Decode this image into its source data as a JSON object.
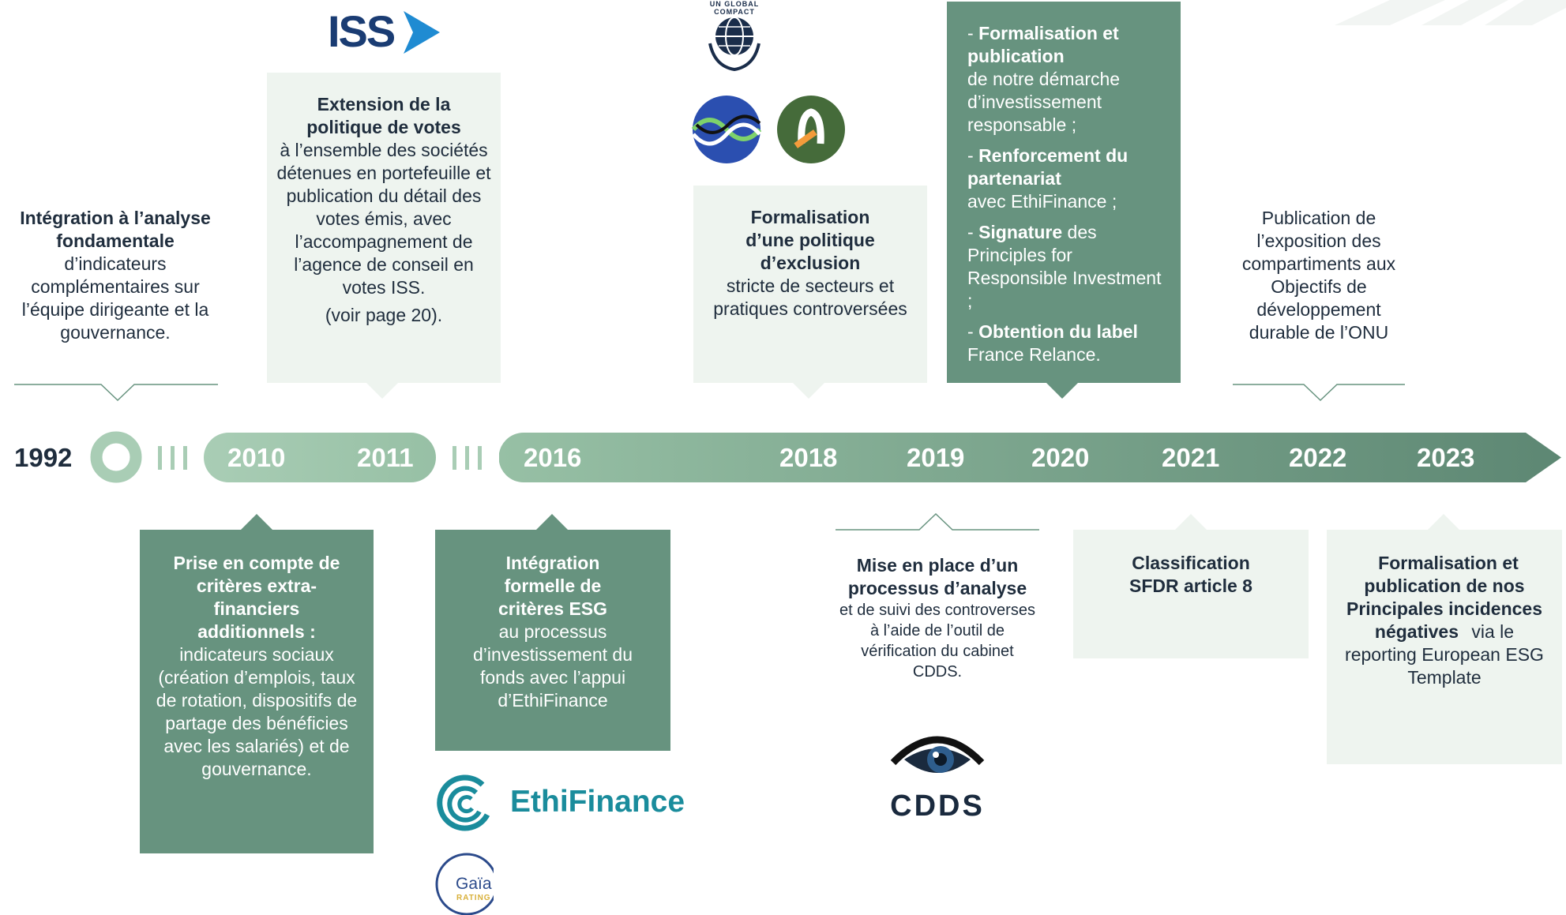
{
  "timeline": {
    "years": [
      "1992",
      "2010",
      "2011",
      "2016",
      "2018",
      "2019",
      "2020",
      "2021",
      "2022",
      "2023"
    ]
  },
  "logos": {
    "iss": "ISS",
    "un_global_compact": "UN GLOBAL COMPACT",
    "ethifinance": "EthiFinance",
    "gaia_main": "Gaïa",
    "gaia_sub": "RATING",
    "cdds": "CDDS"
  },
  "events": {
    "e1992": {
      "title": "Intégration à l’analyse fondamentale",
      "text": "d’indicateurs complémentaires sur l’équipe dirigeante et la gouvernance."
    },
    "e2010": {
      "title": "Prise en compte de critères extra-financiers additionnels :",
      "text": "indicateurs sociaux (création d’emplois, taux de rotation, dispositifs de partage des bénéficies avec les salariés) et de gouvernance."
    },
    "e2011": {
      "title": "Extension de la politique de votes",
      "text": "à l’ensemble des sociétés détenues en portefeuille et publication du détail des votes émis, avec l’accompagnement de l’agence de conseil en votes ISS.",
      "note": "(voir page 20)."
    },
    "e2016": {
      "title": "Intégration formelle de critères ESG",
      "text": "au processus d’investissement du fonds avec l’appui d’EthiFinance"
    },
    "e2018": {
      "title": "Formalisation d’une politique d’exclusion",
      "text": "stricte de secteurs et pratiques controversées"
    },
    "e2019": {
      "title": "Mise en place d’un processus d’analyse",
      "text": "et de suivi des controverses à l’aide de l’outil de vérification du cabinet CDDS."
    },
    "e2020": {
      "b1_bold": "Formalisation et publication",
      "b1_text": "de notre démarche d’investissement responsable ;",
      "b2_bold": "Renforcement du partenariat",
      "b2_text": "avec EthiFinance ;",
      "b3_bold": "Signature",
      "b3_text": "des Principles for Responsible Investment ;",
      "b4_bold": "Obtention du label",
      "b4_text": "France Relance."
    },
    "e2021": {
      "title": "Classification SFDR article 8"
    },
    "e2022": {
      "text": "Publication de l’exposition des compartiments aux Objectifs de développement durable de l’ONU"
    },
    "e2023": {
      "title": "Formalisation et publication de nos Principales incidences négatives",
      "text": "via le reporting European ESG Template"
    }
  },
  "colors": {
    "dark_green": "#67937f",
    "light_green": "#eef4ef",
    "text_dark": "#1f2d3d"
  }
}
